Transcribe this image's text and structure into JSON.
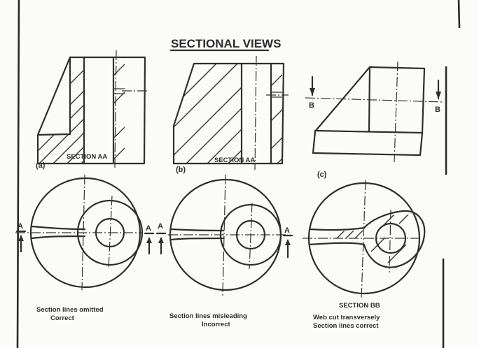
{
  "title": "SECTIONAL VIEWS",
  "top_views": [
    {
      "id": "a",
      "label": "(a)",
      "section_label": "SECTION AA"
    },
    {
      "id": "b",
      "label": "(b)",
      "section_label": "SECTION AA"
    },
    {
      "id": "c",
      "label": "(c)",
      "cut_markers": [
        "B",
        "B"
      ]
    }
  ],
  "bottom_views": [
    {
      "id": "a",
      "cut_markers": [
        "A",
        "A"
      ],
      "caption_line1": "Section lines omitted",
      "caption_line2": "Correct"
    },
    {
      "id": "b",
      "cut_markers": [
        "A",
        "A"
      ],
      "caption_line1": "Section lines misleading",
      "caption_line2": "Incorrect"
    },
    {
      "id": "c",
      "section_label": "SECTION BB",
      "caption_line1": "Web cut transversely",
      "caption_line2": "Section lines correct"
    }
  ]
}
